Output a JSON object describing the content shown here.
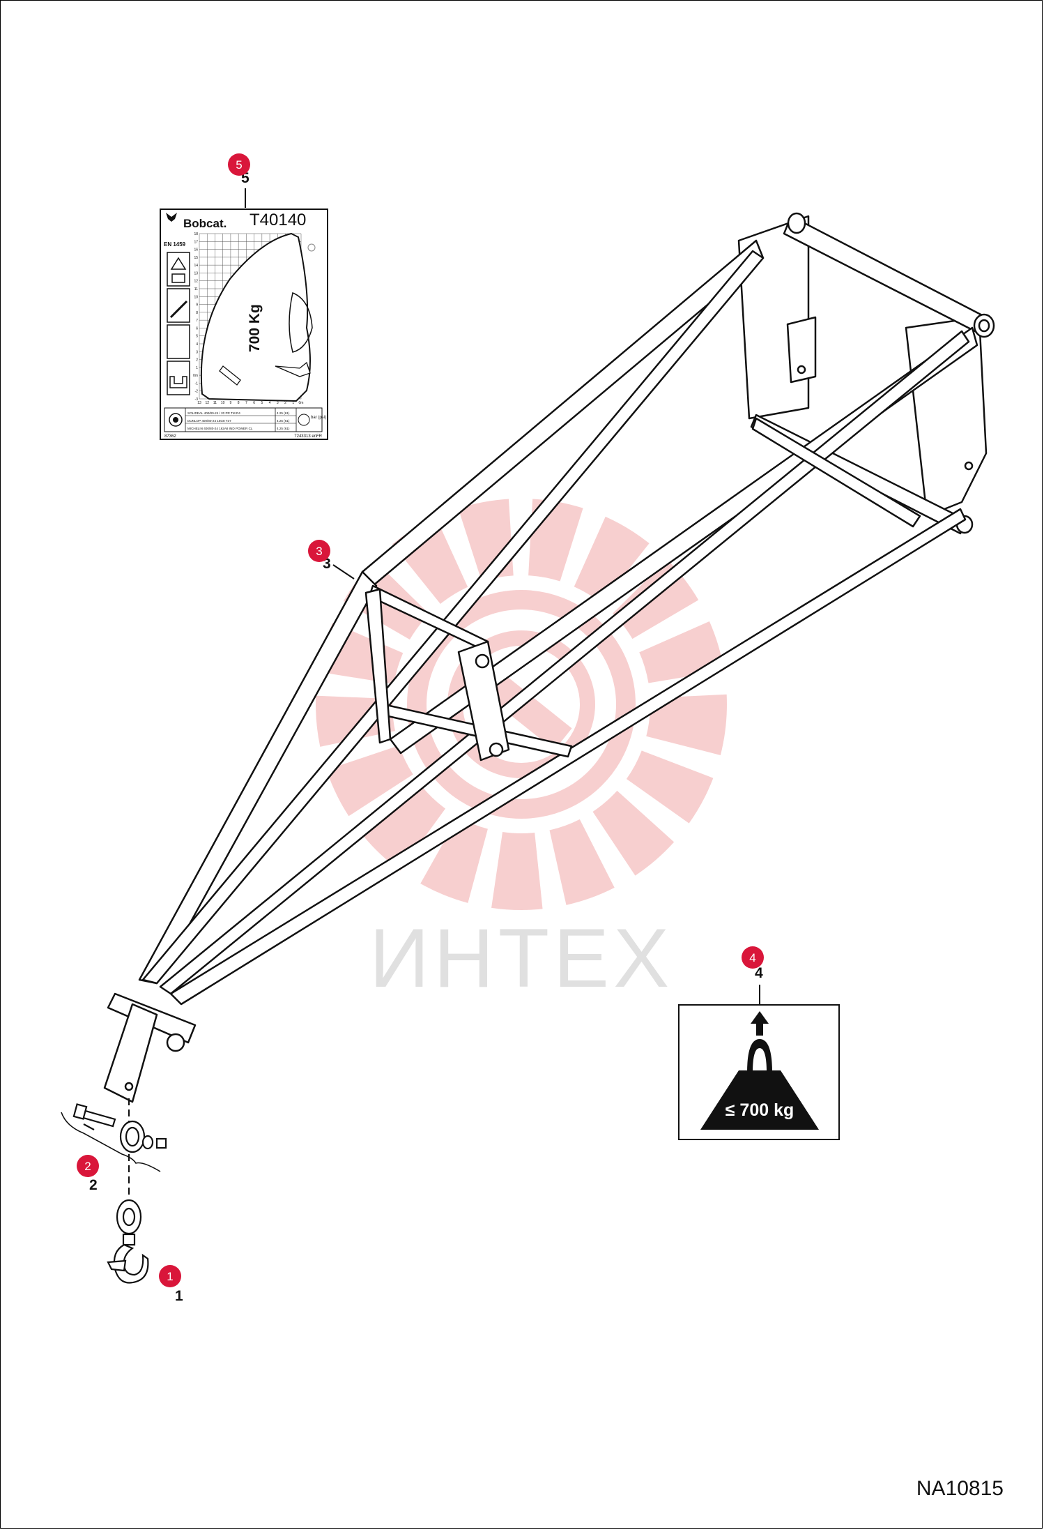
{
  "callouts": [
    {
      "id": "1",
      "label": "1"
    },
    {
      "id": "2",
      "label": "2"
    },
    {
      "id": "3",
      "label": "3"
    },
    {
      "id": "4",
      "label": "4"
    },
    {
      "id": "5",
      "label": "5"
    }
  ],
  "colors": {
    "callout": "#d9163a",
    "watermark": "#f6c7c7",
    "line": "#111111"
  },
  "watermark": {
    "text": "ИНТЕХ"
  },
  "load_chart_decal": {
    "brand": "Bobcat.",
    "model": "T40140",
    "standard": "EN 1459",
    "rated_load": "700 Kg",
    "code_left": "87362",
    "code_right": "7243313 enFR",
    "pressure_unit": "bar\n(psi)",
    "y_ticks": [
      "18",
      "17",
      "16",
      "15",
      "14",
      "13",
      "12",
      "11",
      "10",
      "9",
      "8",
      "7",
      "6",
      "5",
      "4",
      "3",
      "2",
      "1",
      "0m",
      "-1",
      "-2",
      "-3"
    ],
    "x_ticks": [
      "13",
      "12",
      "11",
      "10",
      "9",
      "8",
      "7",
      "6",
      "5",
      "4",
      "3",
      "2",
      "1",
      "0m"
    ],
    "tire_rows": [
      {
        "tire": "SOLIDEAL 400/80-24 / 20 PR TM R4",
        "pressure": "4.25 (61)"
      },
      {
        "tire": "DUNLOP 400/80-24 15G8 T37",
        "pressure": "4.25 (61)"
      },
      {
        "tire": "MICHELIN 400/80-24 162A8 IND POWER CL",
        "pressure": "4.25 (61)"
      }
    ]
  },
  "max_load_decal": {
    "text": "≤ 700 kg"
  },
  "document_code": "NA10815"
}
